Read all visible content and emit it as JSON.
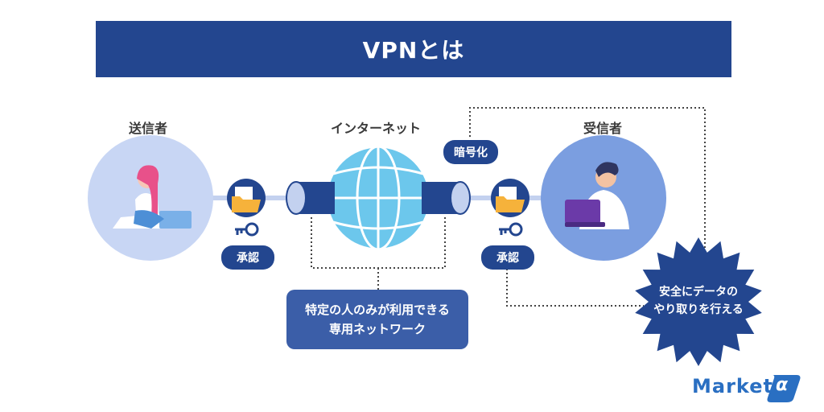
{
  "title": "VPNとは",
  "labels": {
    "sender": "送信者",
    "internet": "インターネット",
    "receiver": "受信者"
  },
  "badges": {
    "encryption": "暗号化",
    "approval_left": "承認",
    "approval_right": "承認"
  },
  "callout": {
    "line1": "特定の人のみが利用できる",
    "line2": "専用ネットワーク"
  },
  "burst": {
    "line1": "安全にデータの",
    "line2": "やり取りを行える"
  },
  "logo": {
    "text": "Market",
    "symbol": "α"
  },
  "colors": {
    "primary": "#23468f",
    "callout": "#3b5ea8",
    "sender_circle": "#c8d6f4",
    "receiver_circle": "#7b9ee0",
    "globe": "#6cc7ec",
    "folder": "#f6b23b",
    "logo": "#2a6fc2"
  }
}
